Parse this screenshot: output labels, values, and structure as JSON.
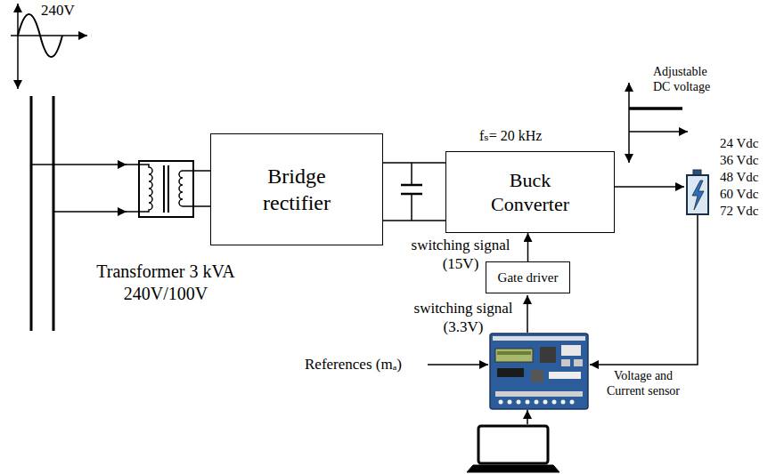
{
  "diagram": {
    "nodes": [
      {
        "text": [
          "Transformer 3 kVA 240V/100V"
        ]
      },
      {
        "text": [
          "Bridge rectifier"
        ]
      },
      {
        "text": [
          "Buck Converter"
        ]
      },
      {
        "text": [
          "Gate driver"
        ]
      }
    ],
    "edges": [
      {
        "from": 0,
        "to": 1,
        "arrow": "none"
      },
      {
        "from": 1,
        "to": 2,
        "arrow": "none"
      },
      {
        "from": 3,
        "to": 2,
        "arrow": "to"
      }
    ],
    "labels": [
      "240V",
      "fₛ= 20 kHz",
      "Adjustable DC voltage",
      "24 Vdc",
      "36 Vdc",
      "48 Vdc",
      "60 Vdc",
      "72 Vdc",
      "switching signal (15V)",
      "switching signal (3.3V)",
      "References (mₐ)",
      "Voltage and Current sensor"
    ]
  }
}
